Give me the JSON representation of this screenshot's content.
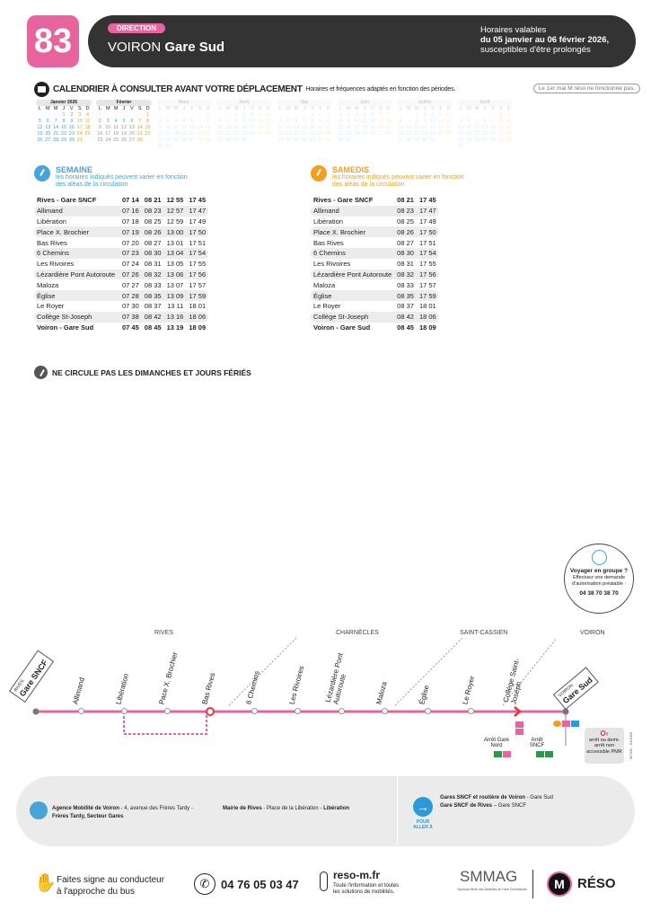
{
  "header": {
    "line": "83",
    "direction_label": "DIRECTION",
    "dest_city": "VOIRON",
    "dest_stop": "Gare Sud",
    "validity_1": "Horaires valables",
    "validity_2": "du 05 janvier au 06 février 2026,",
    "validity_3": "susceptibles d'être prolongés"
  },
  "calendar": {
    "title": "CALENDRIER À CONSULTER AVANT VOTRE DÉPLACEMENT",
    "subtitle": "Horaires et fréquences adaptés en fonction des périodes.",
    "may_note": "Le 1er mai M réso ne fonctionne pas.",
    "weekdays": [
      "L",
      "M",
      "M",
      "J",
      "V",
      "S",
      "D"
    ],
    "months": [
      {
        "name": "Janvier 2026",
        "offset": 3,
        "days": 31,
        "active": true
      },
      {
        "name": "Février",
        "offset": 6,
        "days": 28,
        "active": true
      },
      {
        "name": "Mars",
        "offset": 6,
        "days": 31,
        "active": false
      },
      {
        "name": "Avril",
        "offset": 2,
        "days": 30,
        "active": false
      },
      {
        "name": "Mai",
        "offset": 4,
        "days": 31,
        "active": false
      },
      {
        "name": "Juin",
        "offset": 0,
        "days": 30,
        "active": false
      },
      {
        "name": "Juillet",
        "offset": 2,
        "days": 31,
        "active": false
      },
      {
        "name": "Août",
        "offset": 5,
        "days": 31,
        "active": false
      }
    ]
  },
  "weekday": {
    "title": "SEMAINE",
    "note1": "les horaires indiqués peuvent varier en fonction",
    "note2": "des aléas de la circulation",
    "color": "#45a5d8",
    "rows": [
      [
        "Rives - Gare SNCF",
        "07 14",
        "08 21",
        "12 55",
        "17 45"
      ],
      [
        "Allimand",
        "07 16",
        "08 23",
        "12 57",
        "17 47"
      ],
      [
        "Libération",
        "07 18",
        "08 25",
        "12 59",
        "17 49"
      ],
      [
        "Place X. Brochier",
        "07 19",
        "08 26",
        "13 00",
        "17 50"
      ],
      [
        "Bas Rives",
        "07 20",
        "08 27",
        "13 01",
        "17 51"
      ],
      [
        "6 Chemins",
        "07 23",
        "08 30",
        "13 04",
        "17 54"
      ],
      [
        "Les Rivoires",
        "07 24",
        "08 31",
        "13 05",
        "17 55"
      ],
      [
        "Lézardière Pont Autoroute",
        "07 26",
        "08 32",
        "13 06",
        "17 56"
      ],
      [
        "Maloza",
        "07 27",
        "08 33",
        "13 07",
        "17 57"
      ],
      [
        "Église",
        "07 28",
        "08 35",
        "13 09",
        "17 59"
      ],
      [
        "Le Royer",
        "07 30",
        "08 37",
        "13 11",
        "18 01"
      ],
      [
        "Collège St-Joseph",
        "07 38",
        "08 42",
        "13 16",
        "18 06"
      ],
      [
        "Voiron - Gare Sud",
        "07 45",
        "08 45",
        "13 19",
        "18 09"
      ]
    ]
  },
  "saturday": {
    "title": "SAMEDIS",
    "note1": "les horaires indiqués peuvent varier en fonction",
    "note2": "des aléas de la circulation",
    "color": "#f0a020",
    "rows": [
      [
        "Rives - Gare SNCF",
        "08 21",
        "17 45"
      ],
      [
        "Allimand",
        "08 23",
        "17 47"
      ],
      [
        "Libération",
        "08 25",
        "17 49"
      ],
      [
        "Place X. Brochier",
        "08 26",
        "17 50"
      ],
      [
        "Bas Rives",
        "08 27",
        "17 51"
      ],
      [
        "6 Chemins",
        "08 30",
        "17 54"
      ],
      [
        "Les Rivoires",
        "08 31",
        "17 55"
      ],
      [
        "Lézardière Pont Autoroute",
        "08 32",
        "17 56"
      ],
      [
        "Maloza",
        "08 33",
        "17 57"
      ],
      [
        "Église",
        "08 35",
        "17 59"
      ],
      [
        "Le Royer",
        "08 37",
        "18 01"
      ],
      [
        "Collège St-Joseph",
        "08 42",
        "18 06"
      ],
      [
        "Voiron - Gare Sud",
        "08 45",
        "18 09"
      ]
    ]
  },
  "no_service": "NE CIRCULE PAS LES DIMANCHES ET JOURS FÉRIÉS",
  "group": {
    "title": "Voyager en groupe ?",
    "line1": "Effectuez une demande",
    "line2": "d'autorisation préalable :",
    "phone": "04 38 70 38 70"
  },
  "zones": [
    "RIVES",
    "CHARNÈCLES",
    "SAINT-CASSIEN",
    "VOIRON"
  ],
  "route": {
    "start_city": "RIVES",
    "start_stop": "Gare SNCF",
    "end_city": "VOIRON",
    "end_stop": "Gare Sud",
    "stops": [
      "Allimand",
      "Libération",
      "Pace X. Brochier",
      "Bas Rives",
      "6 Chemins",
      "Les Rivoires",
      "Lézardière Pont Autoroute",
      "Maloza",
      "Église",
      "Le Royer",
      "Collège Saint-Joseph"
    ],
    "line_color": "#e8649f",
    "arret_gare_nord": "Arrêt Gare Nord",
    "arret_sncf": "Arrêt SNCF",
    "pmr_note": "arrêt ou demi-arrêt non accessible PMR",
    "ref": "M7342 - 01/2026"
  },
  "info": {
    "agency_name": "Agence Mobilité de Voiron",
    "agency_addr": " - 4, avenue des Frères Tardy - ",
    "agency_stop": "Frères Tardy, Secteur Gares",
    "mairie_name": "Mairie de Rives",
    "mairie_addr": " - Place de la Libération - ",
    "mairie_stop": "Libération",
    "pour_aller": "POUR ALLER À",
    "dest1_name": "Gares SNCF et routière de Voiron",
    "dest1_stop": " - Gare Sud",
    "dest2_name": "Gare SNCF de Rives",
    "dest2_stop": " – Gare SNCF"
  },
  "footer": {
    "hail_1": "Faites signe au conducteur",
    "hail_2": "à l'approche du bus",
    "phone": "04 76 05 03 47",
    "web": "reso-m.fr",
    "web_1": "Toute l'information et toutes",
    "web_2": "les solutions de mobilités.",
    "smmag": "SMMAG",
    "smmag_sub": "Syndicat Mixte des Mobilités de l'Aire Grenobloise",
    "reso": "RÉSO"
  }
}
